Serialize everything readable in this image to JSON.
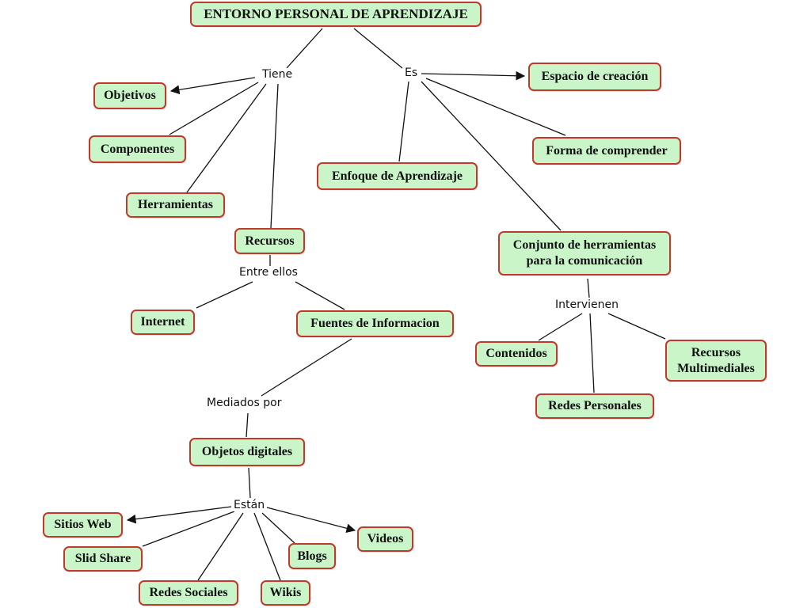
{
  "root": {
    "label": "ENTORNO PERSONAL DE APRENDIZAJE"
  },
  "linking_words": {
    "tiene": "Tiene",
    "es": "Es",
    "entre_ellos": "Entre ellos",
    "mediados_por": "Mediados por",
    "estan": "Están",
    "intervienen": "Intervienen"
  },
  "nodes": {
    "objetivos": "Objetivos",
    "componentes": "Componentes",
    "herramientas": "Herramientas",
    "recursos": "Recursos",
    "internet": "Internet",
    "fuentes": "Fuentes de Informacion",
    "objetos": "Objetos digitales",
    "sitios_web": "Sitios Web",
    "slid_share": "Slid Share",
    "redes_sociales": "Redes Sociales",
    "wikis": "Wikis",
    "blogs": "Blogs",
    "videos": "Videos",
    "espacio": "Espacio de creación",
    "forma": "Forma de comprender",
    "enfoque": "Enfoque de Aprendizaje",
    "conjunto": "Conjunto de herramientas\npara la comunicación",
    "contenidos": "Contenidos",
    "redes_personales": "Redes Personales",
    "recursos_multimediales": "Recursos\nMultimediales"
  },
  "colors": {
    "node_fill": "#c9f5c9",
    "node_border": "#c0392b",
    "line": "#111111"
  }
}
